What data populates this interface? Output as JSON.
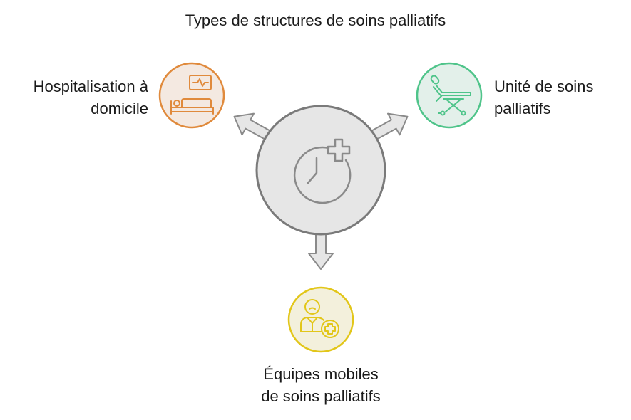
{
  "title": "Types de structures de soins palliatifs",
  "center": {
    "icon": "clock-plus-icon"
  },
  "nodes": [
    {
      "id": "home",
      "lines": [
        "Hospitalisation à",
        "domicile"
      ],
      "icon": "bed-monitor-icon",
      "color": "#e08a3c",
      "fill": "#f4e9e1"
    },
    {
      "id": "unit",
      "lines": [
        "Unité de soins",
        "palliatifs"
      ],
      "icon": "stretcher-icon",
      "color": "#4fc48a",
      "fill": "#e3f0ea"
    },
    {
      "id": "mobile",
      "lines": [
        "Équipes mobiles",
        "de soins palliatifs"
      ],
      "icon": "medical-team-icon",
      "color": "#e2c619",
      "fill": "#f3f0dc"
    }
  ],
  "colors": {
    "hub_fill": "#e6e6e6",
    "hub_stroke": "#7a7a7a",
    "arrow_fill": "#e6e6e6",
    "arrow_stroke": "#8a8a8a"
  }
}
